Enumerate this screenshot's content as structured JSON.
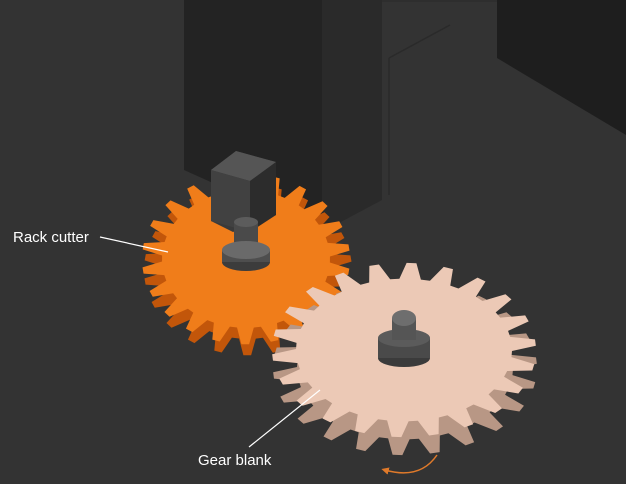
{
  "labels": {
    "rack_cutter": "Rack cutter",
    "gear_blank": "Gear blank"
  },
  "colors": {
    "background": "#333333",
    "machine_dark": "#232323",
    "machine_mid": "#2b2b2b",
    "cutter_face": "#f07d1a",
    "cutter_side": "#c2560a",
    "blank_face": "#ecc9b6",
    "blank_side": "#b89785",
    "shaft": "#5a5a5a",
    "rotation_arrow": "#e07a2a",
    "label_text": "#ffffff"
  },
  "gears": {
    "cutter_teeth": 22,
    "blank_teeth": 22
  }
}
